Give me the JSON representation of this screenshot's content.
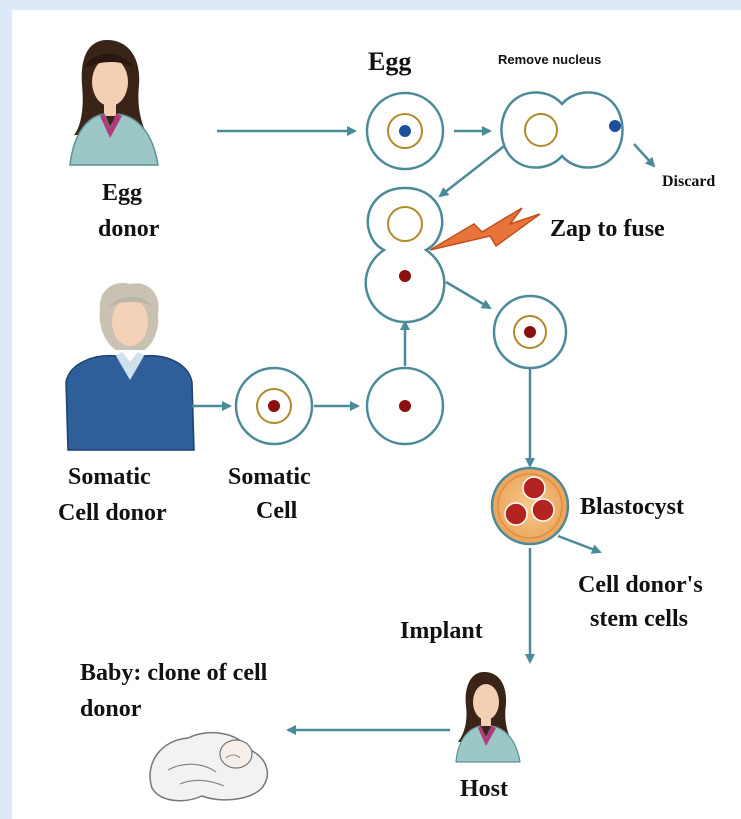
{
  "labels": {
    "egg": "Egg",
    "remove_nucleus": "Remove nucleus",
    "discard": "Discard",
    "egg_donor_line1": "Egg",
    "egg_donor_line2": "donor",
    "zap_to_fuse": "Zap to fuse",
    "somatic_donor_line1": "Somatic",
    "somatic_donor_line2": "Cell donor",
    "somatic_cell_line1": "Somatic",
    "somatic_cell_line2": "Cell",
    "blastocyst": "Blastocyst",
    "stem_cells_line1": "Cell donor's",
    "stem_cells_line2": "stem cells",
    "implant": "Implant",
    "baby_line1": "Baby: clone of cell",
    "baby_line2": "donor",
    "host": "Host"
  },
  "colors": {
    "arrow": "#4b8a99",
    "egg_nucleus": "#1d4f9c",
    "somatic_nucleus": "#8a0f0f",
    "zap": "#e8743b",
    "page_frame": "#dde9f8"
  }
}
